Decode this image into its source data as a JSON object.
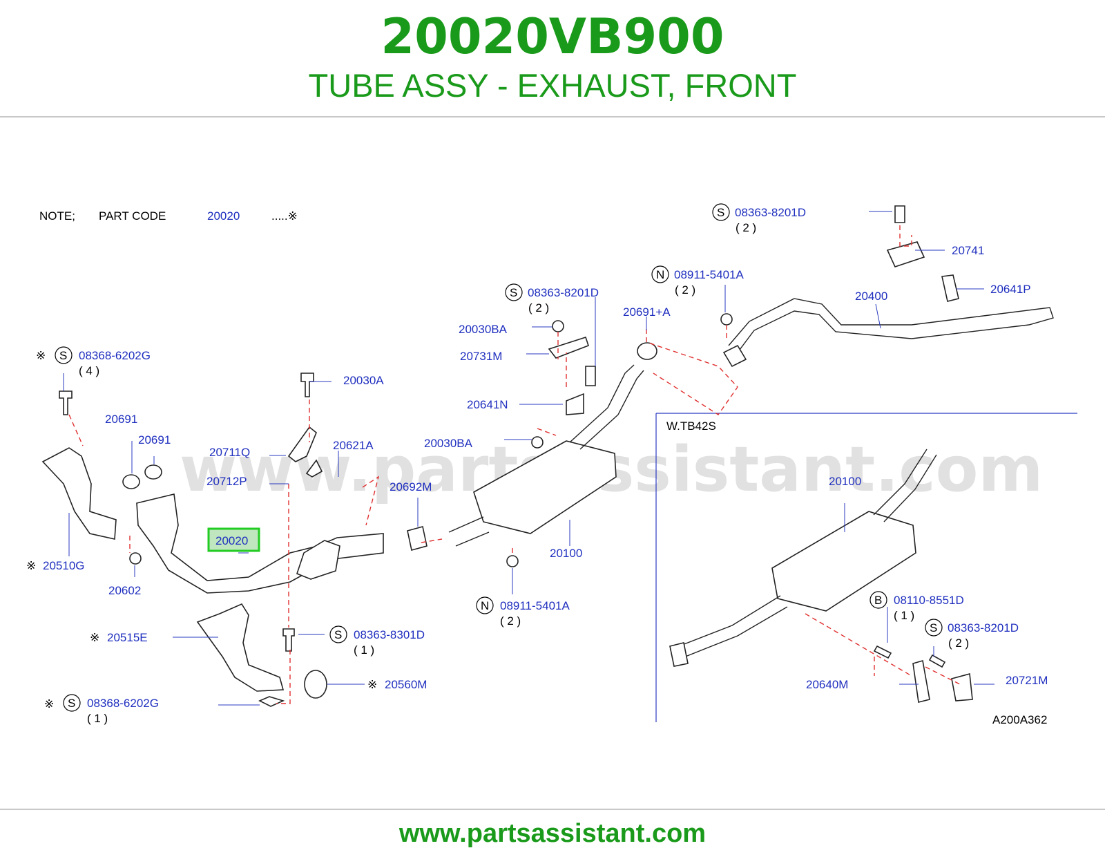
{
  "header": {
    "part_number": "20020VB900",
    "title": "TUBE ASSY - EXHAUST, FRONT"
  },
  "footer": {
    "url": "www.partsassistant.com"
  },
  "diagram": {
    "watermark": "www.partsassistant.com",
    "note": {
      "label": "NOTE;",
      "part_code_label": "PART  CODE",
      "part_code": "20020",
      "marker": ".....※"
    },
    "inset_title": "W.TB42S",
    "ref_code": "A200A362",
    "callouts": {
      "c08363_8201D_top": "08363-8201D",
      "q2_top": "( 2 )",
      "c20741": "20741",
      "c20641P": "20641P",
      "c20400": "20400",
      "c08911_5401A_top": "08911-5401A",
      "q2_n_top": "( 2 )",
      "c20691A": "20691+A",
      "c08363_8201D_mid": "08363-8201D",
      "q2_mid": "( 2 )",
      "c20030BA_top": "20030BA",
      "c20731M": "20731M",
      "c20641N": "20641N",
      "c20030BA_mid": "20030BA",
      "c08368_6202G_top": "08368-6202G",
      "q4": "( 4 )",
      "c20030A": "20030A",
      "c20691_a": "20691",
      "c20691_b": "20691",
      "c20711Q": "20711Q",
      "c20621A": "20621A",
      "c20712P": "20712P",
      "c20692M": "20692M",
      "c20020": "20020",
      "c20510G": "20510G",
      "c20602": "20602",
      "c20100_main": "20100",
      "c08911_5401A_bot": "08911-5401A",
      "q2_n_bot": "( 2 )",
      "c20515E": "20515E",
      "c08363_8301D": "08363-8301D",
      "q1_s": "( 1 )",
      "c20560M": "20560M",
      "c08368_6202G_bot": "08368-6202G",
      "q1_bot": "( 1 )",
      "c20100_inset": "20100",
      "c08110_8551D": "08110-8551D",
      "q1_b": "( 1 )",
      "c08363_8201D_inset": "08363-8201D",
      "q2_inset": "( 2 )",
      "c20640M": "20640M",
      "c20721M": "20721M"
    },
    "symbols": {
      "S": "S",
      "N": "N",
      "B": "B",
      "ref": "※"
    }
  },
  "colors": {
    "brand_green": "#1a9a1a",
    "label_blue": "#1f2fbf",
    "dash_red": "#e03030",
    "highlight": "#22cc22"
  }
}
